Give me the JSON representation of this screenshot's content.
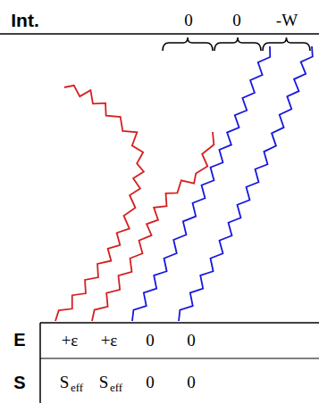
{
  "diagram": {
    "labels": [
      "Int.",
      "0",
      "0",
      "-W",
      "E",
      "+ε",
      "+ε",
      "0",
      "0",
      "S",
      "S",
      "eff",
      "S",
      "eff",
      "0",
      "0"
    ]
  }
}
